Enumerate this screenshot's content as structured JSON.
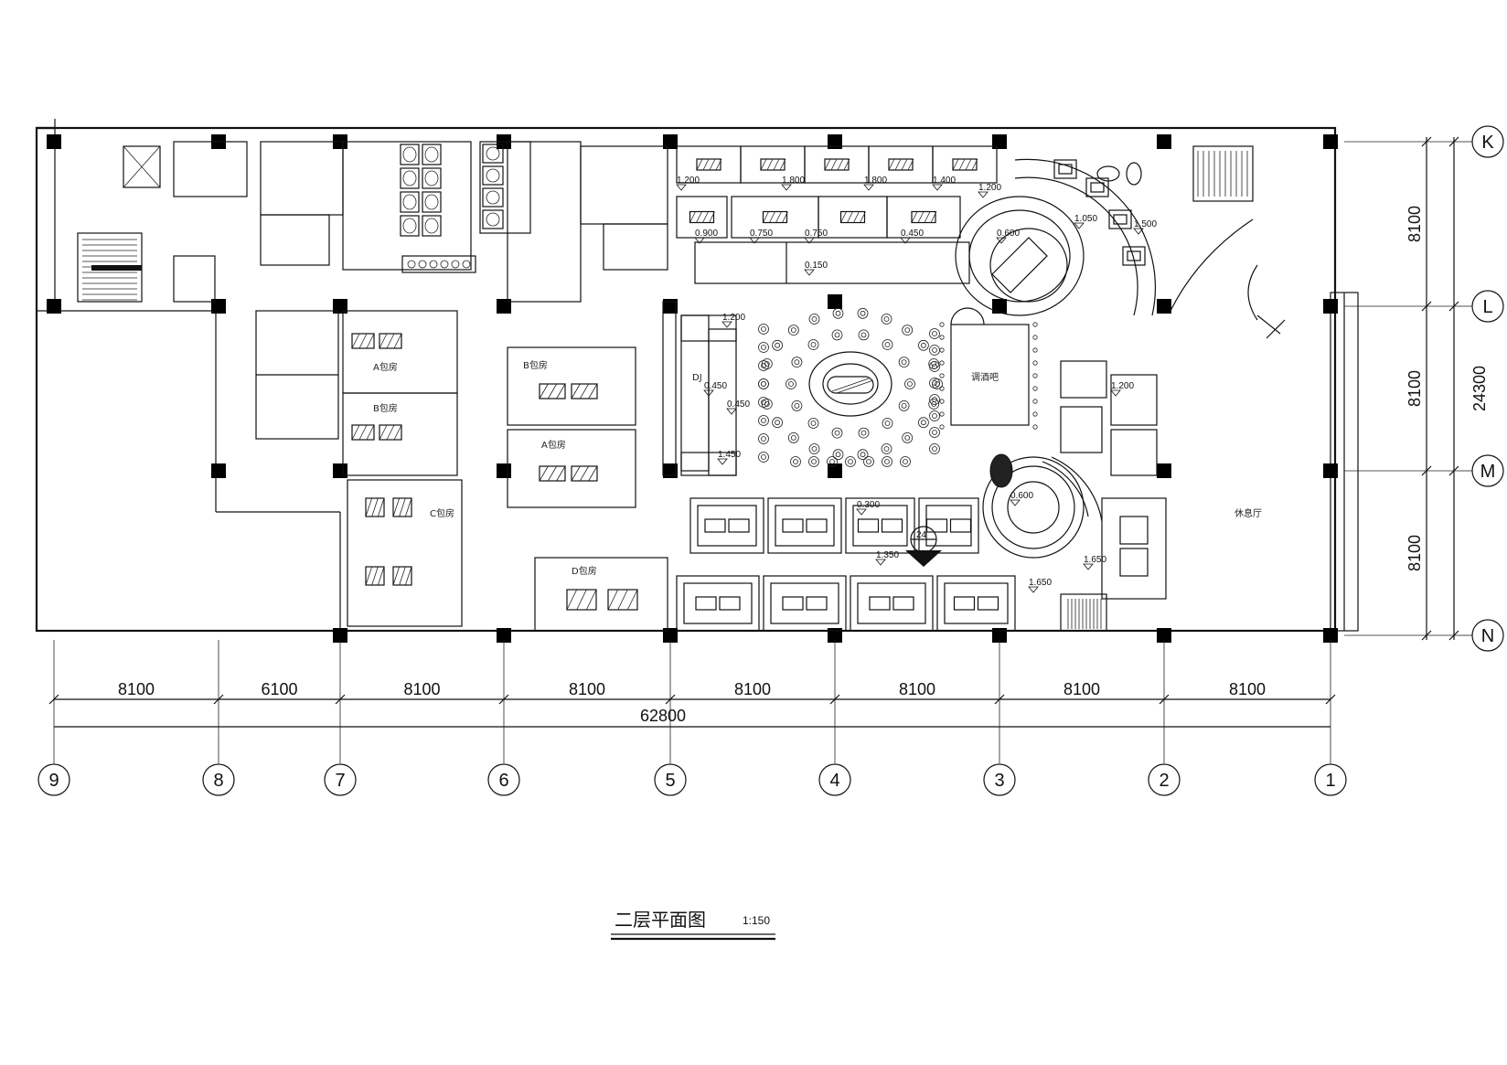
{
  "title": "二层平面图",
  "scale": "1:150",
  "dimensions": {
    "horizontal": [
      "8100",
      "6100",
      "8100",
      "8100",
      "8100",
      "8100",
      "8100",
      "8100"
    ],
    "horizontal_total": "62800",
    "vertical": [
      "8100",
      "8100",
      "8100"
    ],
    "vertical_total": "24300"
  },
  "axes": {
    "columns": [
      "9",
      "8",
      "7",
      "6",
      "5",
      "4",
      "3",
      "2",
      "1"
    ],
    "rows": [
      "K",
      "L",
      "M",
      "N"
    ]
  },
  "rooms": {
    "a_suite": "A包房",
    "b_suite_1": "B包房",
    "b_suite_2": "B包房",
    "a_suite_2": "A包房",
    "c_suite": "C包房",
    "d_suite": "D包房",
    "lounge": "休息厅",
    "stage": "DJ",
    "bar": "调酒吧"
  },
  "levels": [
    "1.200",
    "1.800",
    "1.800",
    "1.400",
    "1.200",
    "0.900",
    "0.750",
    "0.450",
    "0.600",
    "1.050",
    "1.500",
    "0.150",
    "0.750",
    "1.200",
    "0.450",
    "0.450",
    "1.450",
    "0.300",
    "0.600",
    "1.650",
    "1.350",
    "1.650",
    "1.200"
  ],
  "section_mark": "24"
}
